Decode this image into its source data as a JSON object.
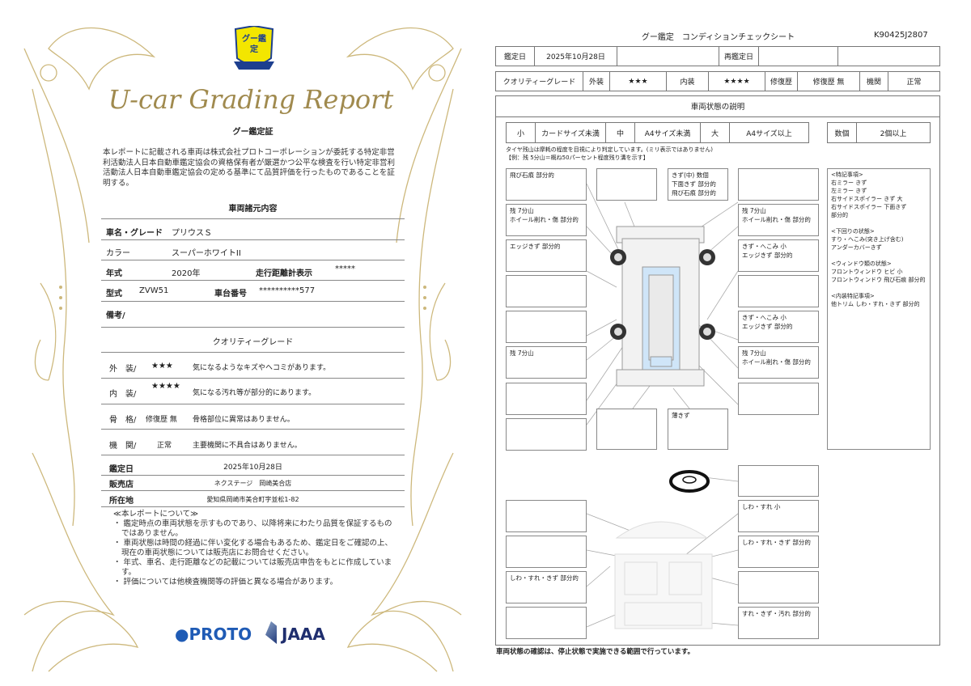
{
  "left": {
    "logo_text": "グー鑑定",
    "script_title": "U-car Grading Report",
    "cert_title": "グー鑑定証",
    "cert_body": "本レポートに記載される車両は株式会社プロトコーポレーションが委託する特定非営利活動法人日本自動車鑑定協会の資格保有者が厳選かつ公平な検査を行い特定非営利活動法人日本自動車鑑定協会の定める基準にて品質評価を行ったものであることを証明する。",
    "spec_title": "車両諸元内容",
    "spec": {
      "name_label": "車名・グレード",
      "name": "プリウスＳ",
      "color_label": "カラー",
      "color": "スーパーホワイトII",
      "year_label": "年式",
      "year": "2020年",
      "odo_label": "走行距離計表示",
      "odo": "*****",
      "model_label": "型式",
      "model": "ZVW51",
      "chassis_label": "車台番号",
      "chassis": "**********577",
      "remarks_label": "備考/"
    },
    "grade_title": "クオリティーグレード",
    "grades": [
      {
        "label": "外　装/",
        "value": "★★★",
        "desc": "気になるようなキズやヘコミがあります。"
      },
      {
        "label": "内　装/",
        "value": "★★★★",
        "desc": "気になる汚れ等が部分的にあります。"
      },
      {
        "label": "骨　格/",
        "value": "修復歴 無",
        "desc": "骨格部位に異常はありません。"
      },
      {
        "label": "機　関/",
        "value": "正常",
        "desc": "主要機関に不具合はありません。"
      }
    ],
    "date_label": "鑑定日",
    "date": "2025年10月28日",
    "shop_label": "販売店",
    "shop": "ネクステージ　岡崎美合店",
    "addr_label": "所在地",
    "addr": "愛知県岡崎市美合町字並松1-82",
    "notes_title": "≪本レポートについて≫",
    "notes": [
      "・ 鑑定時点の車両状態を示すものであり、以降将来にわたり品質を保証するものではありません。",
      "・ 車両状態は時間の経過に伴い変化する場合もあるため、鑑定日をご確認の上、現在の車両状態については販売店にお問合せください。",
      "・ 年式、車名、走行距離などの記載については販売店申告をもとに作成しています。",
      "・ 評価については他検査機関等の評価と異なる場合があります。"
    ],
    "logo_proto": "PROTO",
    "logo_jaaa": "JAAA",
    "ornament_color": "#c9b57a"
  },
  "right": {
    "title": "グー鑑定　コンディションチェックシート",
    "doc_id": "K90425J2807",
    "row1": {
      "date_label": "鑑定日",
      "date": "2025年10月28日",
      "redate_label": "再鑑定日"
    },
    "row2": {
      "qg": "クオリティーグレード",
      "ext_label": "外装",
      "ext": "★★★",
      "int_label": "内装",
      "int": "★★★★",
      "rep_label": "修復歴",
      "rep": "修復歴 無",
      "eng_label": "機関",
      "eng": "正常"
    },
    "section_title": "車両状態の説明",
    "sizes": [
      "小",
      "カードサイズ未満",
      "中",
      "A4サイズ未満",
      "大",
      "A4サイズ以上"
    ],
    "count": [
      "数個",
      "2個以上"
    ],
    "tire_note1": "タイヤ残山は摩耗の程度を目視により判定しています。(ミリ表示ではありません)",
    "tire_note2": "【例：残 5分山＝概ね50パーセント程度残り溝を示す】",
    "boxes": {
      "l1": "飛び石痕 部分的",
      "l2": "残 7分山\nホイール削れ・傷 部分的",
      "l3": "エッジきず 部分的",
      "l4": "",
      "l5": "",
      "l6": "残 7分山",
      "l7": "",
      "l8": "",
      "t1": "",
      "t2": "きず(中) 数個\n下面きず 部分的\n飛び石痕 部分的",
      "b1": "",
      "b2": "薄きず",
      "r1": "",
      "r2": "残 7分山\nホイール削れ・傷 部分的",
      "r3": "きず・へこみ 小\nエッジきず 部分的",
      "r4": "",
      "r5": "きず・へこみ 小\nエッジきず 部分的",
      "r6": "残 7分山\nホイール削れ・傷 部分的",
      "r7": "",
      "il1": "",
      "il2": "",
      "il3": "しわ・すれ・きず 部分的",
      "il4": "",
      "ir1": "",
      "ir2": "しわ・すれ 小",
      "ir3": "しわ・すれ・きず 部分的",
      "ir4": "",
      "ir5": "すれ・きず・汚れ 部分的"
    },
    "remarks": "<特記事項>\n右ミラー きず\n左ミラー きず\n右サイドスポイラー きず 大\n右サイドスポイラー 下面きず\n部分的\n\n<下回りの状態>\nすり・へこみ(突き上げ含む)\nアンダーカバーきず\n\n<ウィンドウ類の状態>\nフロントウィンドウ ヒビ 小\nフロントウィンドウ 飛び石痕 部分的\n\n<内装特記事項>\n他トリム しわ・すれ・きず 部分的",
    "footer": "車両状態の確認は、停止状態で実施できる範囲で行っています。"
  }
}
